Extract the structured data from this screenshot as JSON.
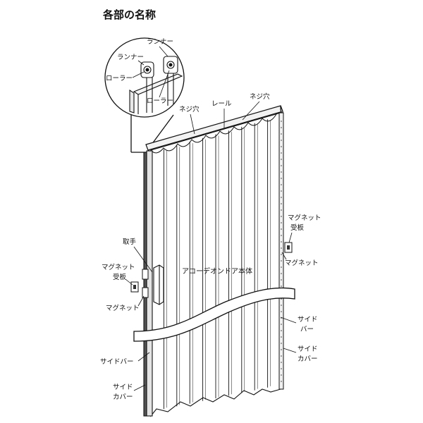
{
  "title": "各部の名称",
  "labels": {
    "runner_right": "ランナー",
    "runner_left": "ランナー",
    "roller_left": "ローラー",
    "roller_right": "ローラー",
    "screw_hole_left": "ネジ穴",
    "rail": "レール",
    "screw_hole_right": "ネジ穴",
    "handle": "取手",
    "magnet_plate_left_1": "マグネット",
    "magnet_plate_left_2": "受板",
    "magnet_left": "マグネット",
    "body": "アコーデオンドア本体",
    "magnet_plate_right_1": "マグネット",
    "magnet_plate_right_2": "受板",
    "magnet_right": "マグネット",
    "side_bar_right_1": "サイド",
    "side_bar_right_2": "バー",
    "side_cover_right_1": "サイド",
    "side_cover_right_2": "カバー",
    "side_bar_left": "サイドバー",
    "side_cover_left_1": "サイド",
    "side_cover_left_2": "カバー"
  }
}
